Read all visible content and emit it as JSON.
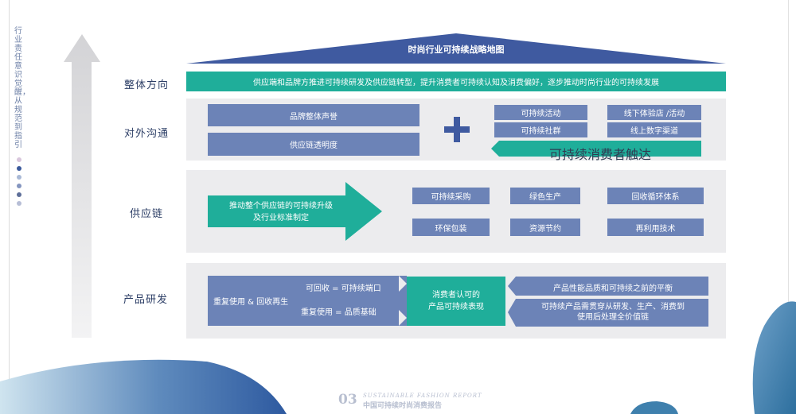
{
  "side": {
    "vertical_text": "行业责任意识觉醒，从规范到指引"
  },
  "header": {
    "title": "时尚行业可持续战略地图"
  },
  "rows": {
    "direction": {
      "label": "整体方向",
      "text": "供应端和品牌方推进可持续研发及供应链转型，提升消费者可持续认知及消费偏好，逐步推动时尚行业的可持续发展"
    },
    "communication": {
      "label": "对外沟通",
      "left": [
        "品牌整体声誉",
        "供应链透明度"
      ],
      "right": [
        "可持续活动",
        "线下体验店 /活动",
        "可持续社群",
        "线上数字渠道"
      ],
      "arrow": "可持续消费者触达"
    },
    "supply": {
      "label": "供应链",
      "arrow_line1": "推动整个供应链的可持续升级",
      "arrow_line2": "及行业标准制定",
      "items": [
        "可持续采购",
        "绿色生产",
        "回收循环体系",
        "环保包装",
        "资源节约",
        "再利用技术"
      ]
    },
    "product": {
      "label": "产品研发",
      "left_main": "重复使用 & 回收再生",
      "left_top": "可回收 = 可持续端口",
      "left_bottom": "重复使用 = 品质基础",
      "center_line1": "消费者认可的",
      "center_line2": "产品可持续表现",
      "right_top": "产品性能品质和可持续之前的平衡",
      "right_bottom_line1": "可持续产品需贯穿从研发、生产、消费到",
      "right_bottom_line2": "使用后处理全价值链"
    }
  },
  "footer": {
    "page_number": "03",
    "english": "SUSTAINABLE FASHION REPORT",
    "chinese": "中国可持续时尚消费报告"
  },
  "colors": {
    "navy": "#3f5aa0",
    "blue_box": "#6c83b7",
    "teal": "#1fae9a",
    "panel": "#ececee"
  }
}
